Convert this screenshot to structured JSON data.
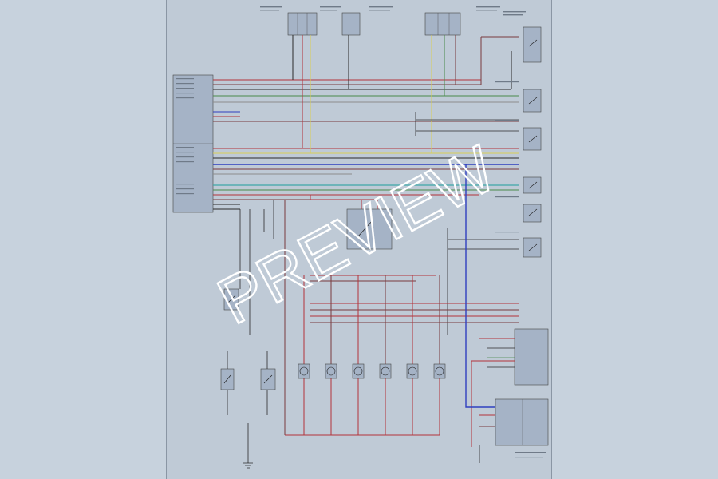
{
  "document": {
    "page_number": "",
    "watermark": "PREVIEW"
  },
  "colors": {
    "background": "#c7d2dd",
    "sheet": "#bfcad6",
    "module_fill": "#a5b3c6",
    "wire_black": "#2b2b2b",
    "wire_red": "#b3333a",
    "wire_maroon": "#7a3b3f",
    "wire_blue": "#2f3fbf",
    "wire_yellow": "#d9cf55",
    "wire_cyan": "#3fa7a8",
    "wire_green": "#4a8a4a",
    "wire_grey": "#8c8c8c"
  },
  "components": [
    {
      "id": "relay-block-top-1",
      "icon": "fuse-block-icon"
    },
    {
      "id": "relay-block-top-2",
      "icon": "fuse-block-icon"
    },
    {
      "id": "relay-block-top-3",
      "icon": "fuse-block-icon"
    },
    {
      "id": "control-module-left",
      "icon": "module-icon"
    },
    {
      "id": "relay-center",
      "icon": "relay-icon"
    },
    {
      "id": "switch-right-1",
      "icon": "switch-icon"
    },
    {
      "id": "switch-right-2",
      "icon": "switch-icon"
    },
    {
      "id": "switch-right-3",
      "icon": "switch-icon"
    },
    {
      "id": "switch-right-4",
      "icon": "switch-icon"
    },
    {
      "id": "switch-right-5",
      "icon": "switch-icon"
    },
    {
      "id": "switch-right-6",
      "icon": "switch-icon"
    },
    {
      "id": "switch-left-lower",
      "icon": "switch-icon"
    },
    {
      "id": "switch-bottom-1",
      "icon": "switch-icon"
    },
    {
      "id": "switch-bottom-2",
      "icon": "switch-icon"
    },
    {
      "id": "motor-1",
      "icon": "motor-icon"
    },
    {
      "id": "motor-2",
      "icon": "motor-icon"
    },
    {
      "id": "motor-3",
      "icon": "motor-icon"
    },
    {
      "id": "motor-4",
      "icon": "motor-icon"
    },
    {
      "id": "motor-5",
      "icon": "motor-icon"
    },
    {
      "id": "motor-6",
      "icon": "motor-icon"
    },
    {
      "id": "control-module-right",
      "icon": "module-icon"
    },
    {
      "id": "lock-module-bottom",
      "icon": "module-icon"
    },
    {
      "id": "ground-bottom",
      "icon": "ground-icon"
    }
  ]
}
